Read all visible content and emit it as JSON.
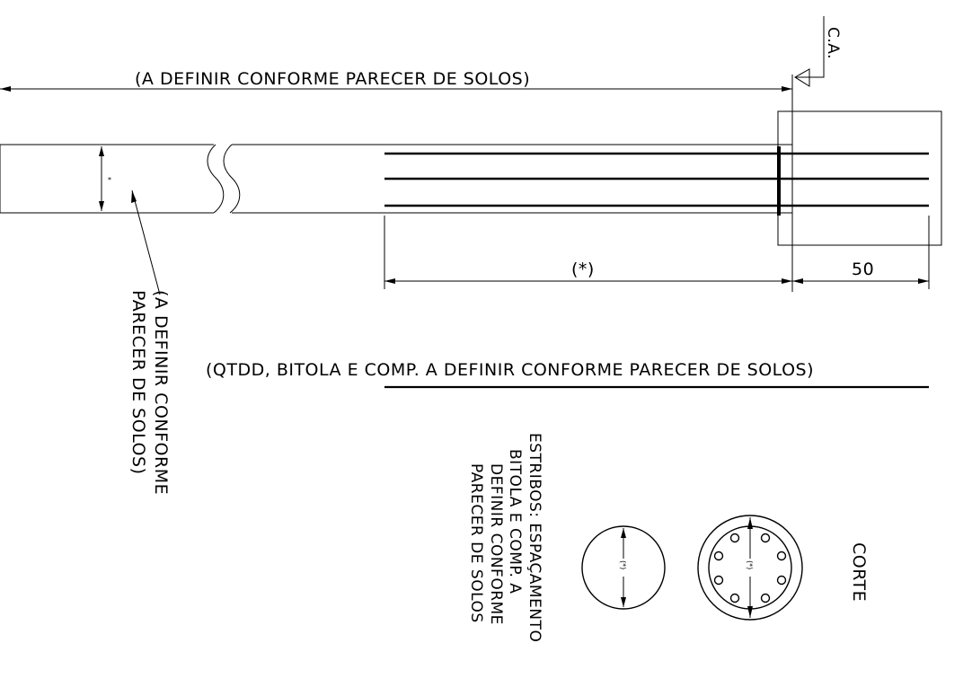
{
  "labels": {
    "top_dimension": "(A DEFINIR CONFORME PARECER DE SOLOS)",
    "ca_marker": "C.A.",
    "star_small": "*",
    "anchor_dimension": "(*)",
    "embed_dimension": "50",
    "leader_line1": "(A DEFINIR CONFORME",
    "leader_line2": "PARECER DE SOLOS)",
    "bars_note": "(QTDD, BITOLA E COMP. A DEFINIR CONFORME PARECER DE SOLOS)",
    "stirrups_line1": "ESTRIBOS: ESPAÇAMENTO",
    "stirrups_line2": "BITOLA E COMP. A",
    "stirrups_line3": "DEFINIR CONFORME",
    "stirrups_line4": "PARECER DE SOLOS",
    "section_left_dim": "(*)",
    "section_right_dim": "(*)",
    "section_title": "CORTE"
  }
}
